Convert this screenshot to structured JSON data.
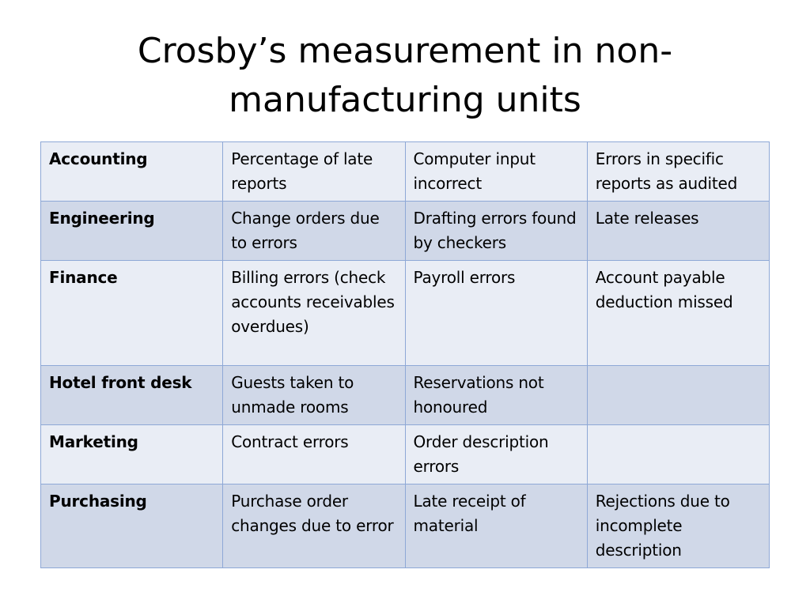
{
  "slide": {
    "title_line1": "Crosby’s measurement in non-",
    "title_line2": "manufacturing units"
  },
  "table": {
    "rows": [
      {
        "unit": "Accounting",
        "m1": "Percentage of late reports",
        "m2": "Computer input incorrect",
        "m3": "Errors in specific reports as audited"
      },
      {
        "unit": "Engineering",
        "m1": "Change orders due to errors",
        "m2": "Drafting errors found by checkers",
        "m3": "Late releases"
      },
      {
        "unit": "Finance",
        "m1": "Billing errors (check accounts receivables overdues)",
        "m2": "Payroll errors",
        "m3": "Account payable deduction missed"
      },
      {
        "unit": "Hotel front desk",
        "m1": "Guests taken to unmade rooms",
        "m2": "Reservations not honoured",
        "m3": ""
      },
      {
        "unit": "Marketing",
        "m1": "Contract errors",
        "m2": "Order description errors",
        "m3": ""
      },
      {
        "unit": "Purchasing",
        "m1": "Purchase order changes due to error",
        "m2": "Late receipt of material",
        "m3": "Rejections due to incomplete description"
      }
    ]
  },
  "colors": {
    "row_light": "#e9edf5",
    "row_dark": "#d0d8e8",
    "border": "#8ea8d6"
  }
}
